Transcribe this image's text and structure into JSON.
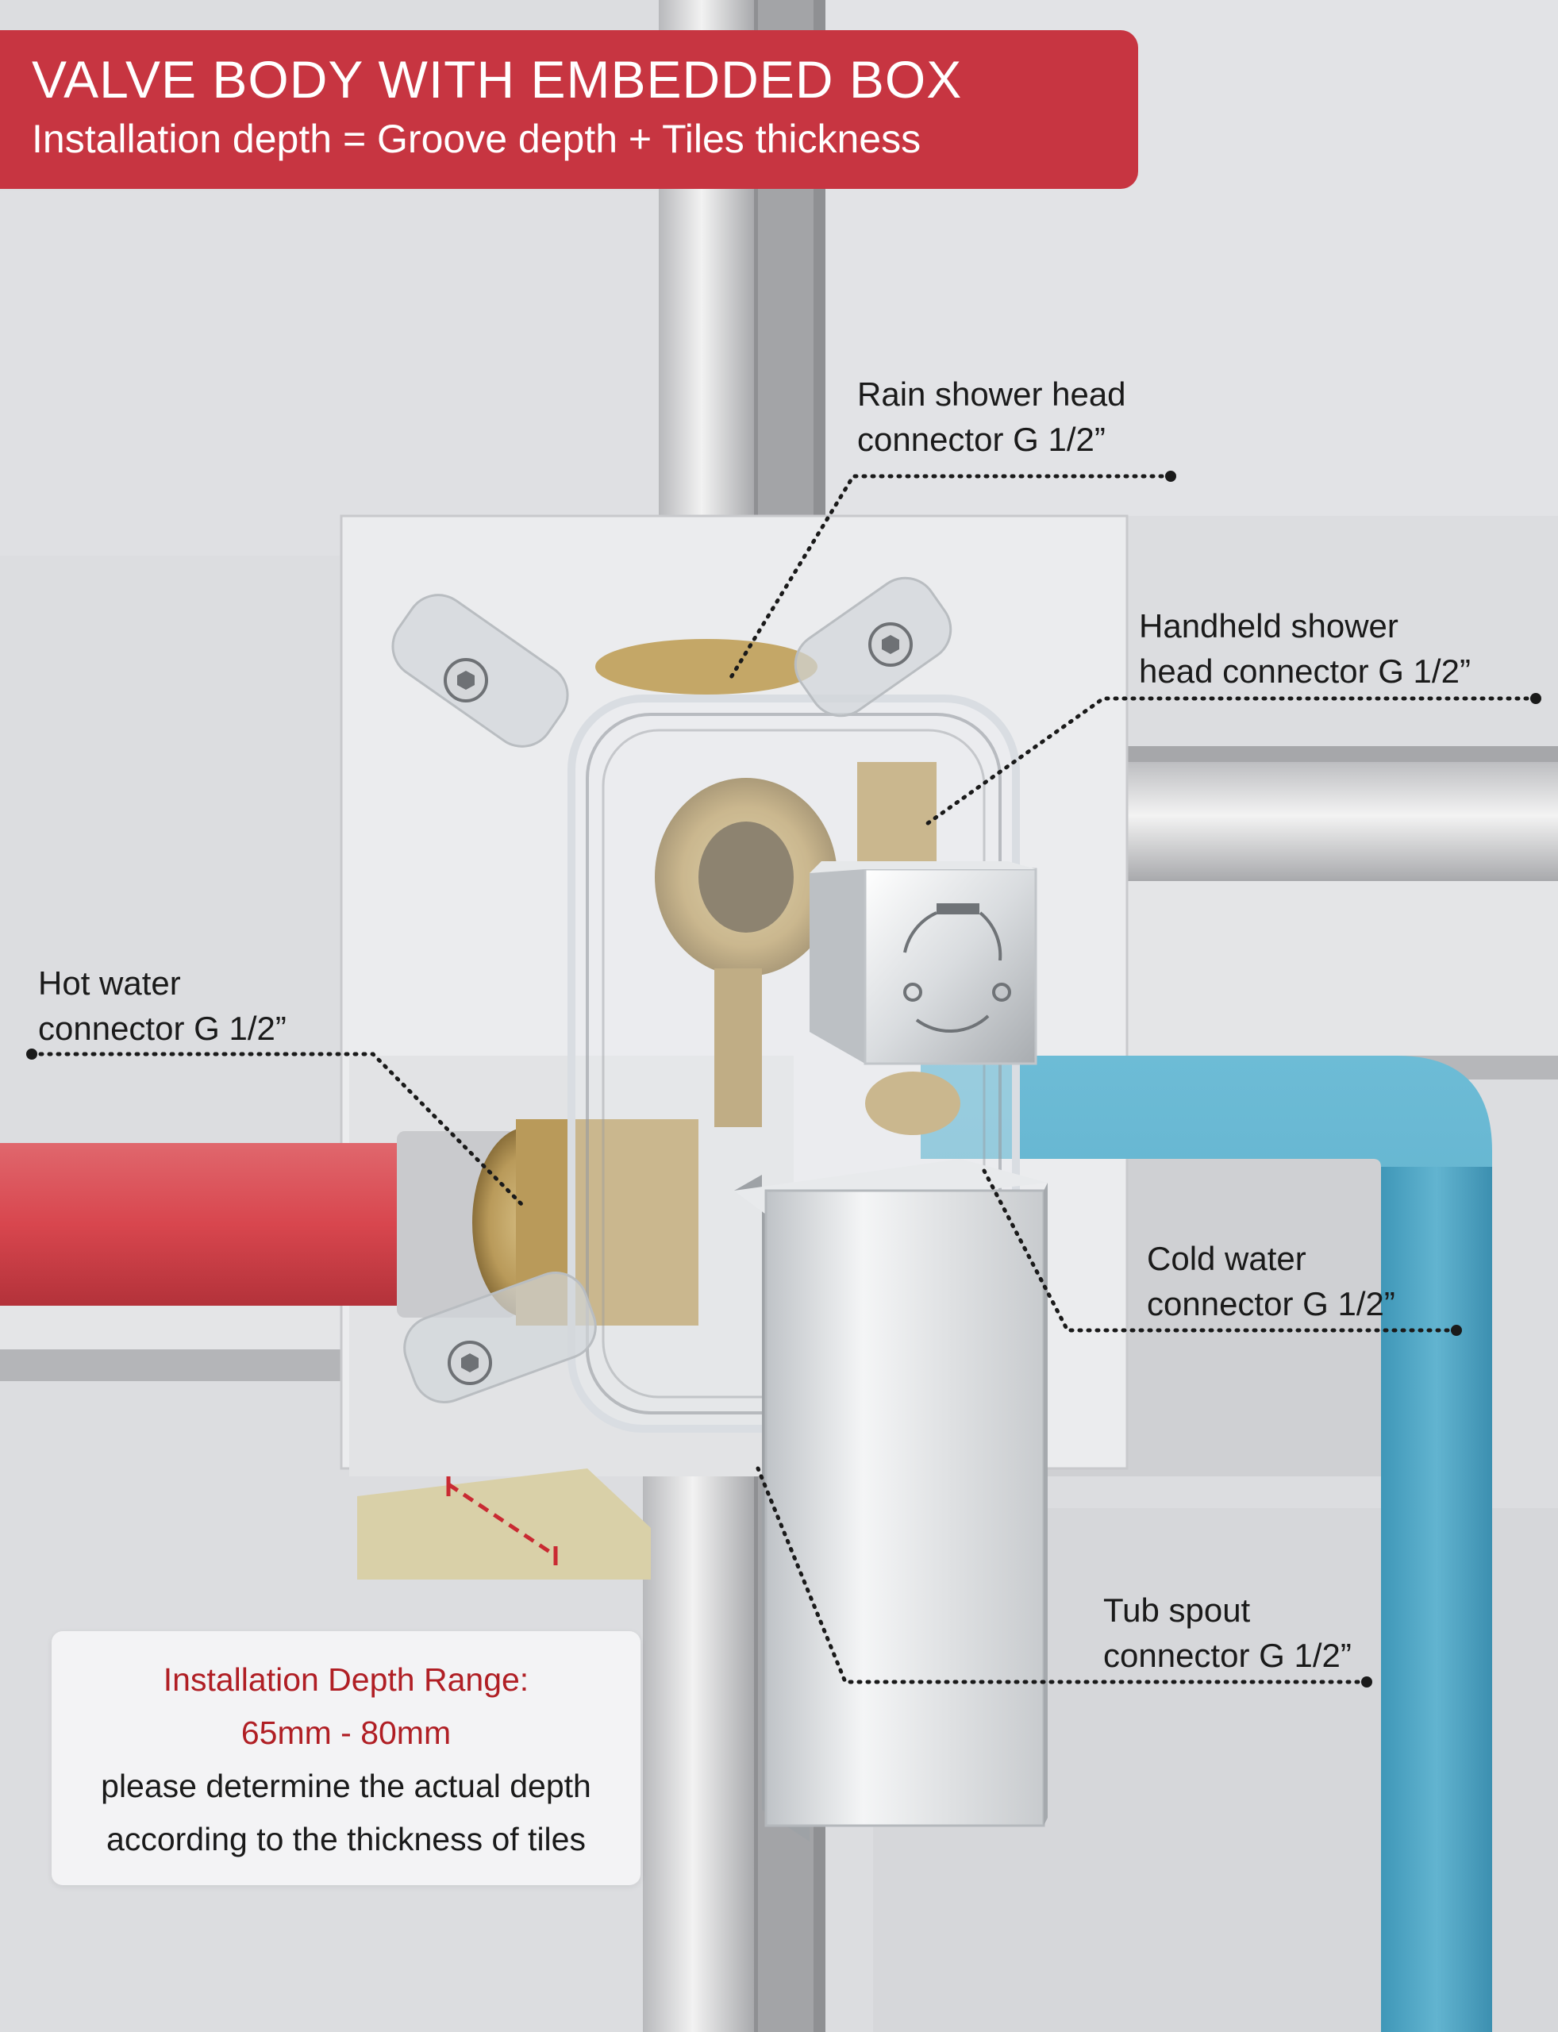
{
  "header": {
    "title": "VALVE BODY WITH EMBEDDED BOX",
    "subtitle": "Installation depth = Groove depth + Tiles thickness",
    "banner_color": "#c73541"
  },
  "callouts": {
    "rain": {
      "line1": "Rain shower head",
      "line2": "connector G 1/2”"
    },
    "handheld": {
      "line1": "Handheld shower",
      "line2": "head connector G 1/2”"
    },
    "hot": {
      "line1": "Hot water",
      "line2": "connector G 1/2”"
    },
    "cold": {
      "line1": "Cold water",
      "line2": "connector G 1/2”"
    },
    "tub": {
      "line1": "Tub spout",
      "line2": "connector G 1/2”"
    }
  },
  "info_box": {
    "heading": "Installation Depth Range:",
    "range": "65mm - 80mm",
    "note_line1": "please determine the actual depth",
    "note_line2": "according to the thickness of tiles",
    "accent_color": "#b01e24"
  },
  "colors": {
    "wall": "#dcdde0",
    "hot_pipe": "#d8464e",
    "cold_pipe": "#58aecb",
    "brass": "#b99a5a",
    "chrome": "#e6e8ea"
  }
}
